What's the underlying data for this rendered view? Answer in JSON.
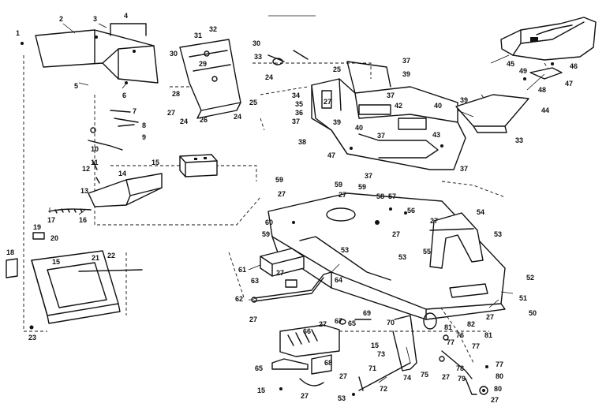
{
  "diagram": {
    "callouts": [
      {
        "id": "c1",
        "text": "1"
      },
      {
        "id": "c2",
        "text": "2"
      },
      {
        "id": "c3",
        "text": "3"
      },
      {
        "id": "c4",
        "text": "4"
      },
      {
        "id": "c5",
        "text": "5"
      },
      {
        "id": "c6",
        "text": "6"
      },
      {
        "id": "c7",
        "text": "7"
      },
      {
        "id": "c8",
        "text": "8"
      },
      {
        "id": "c9",
        "text": "9"
      },
      {
        "id": "c10",
        "text": "10"
      },
      {
        "id": "c11",
        "text": "11"
      },
      {
        "id": "c12",
        "text": "12"
      },
      {
        "id": "c13",
        "text": "13"
      },
      {
        "id": "c14",
        "text": "14"
      },
      {
        "id": "c15a",
        "text": "15"
      },
      {
        "id": "c16",
        "text": "16"
      },
      {
        "id": "c17",
        "text": "17"
      },
      {
        "id": "c18",
        "text": "18"
      },
      {
        "id": "c19",
        "text": "19"
      },
      {
        "id": "c20",
        "text": "20"
      },
      {
        "id": "c15b",
        "text": "15"
      },
      {
        "id": "c21",
        "text": "21"
      },
      {
        "id": "c22",
        "text": "22"
      },
      {
        "id": "c23",
        "text": "23"
      },
      {
        "id": "c31",
        "text": "31"
      },
      {
        "id": "c32",
        "text": "32"
      },
      {
        "id": "c30a",
        "text": "30"
      },
      {
        "id": "c30b",
        "text": "30"
      },
      {
        "id": "c33a",
        "text": "33"
      },
      {
        "id": "c29",
        "text": "29"
      },
      {
        "id": "c28",
        "text": "28"
      },
      {
        "id": "c27a",
        "text": "27"
      },
      {
        "id": "c24a",
        "text": "24"
      },
      {
        "id": "c26",
        "text": "26"
      },
      {
        "id": "c24b",
        "text": "24"
      },
      {
        "id": "c25a",
        "text": "25"
      },
      {
        "id": "c24c",
        "text": "24"
      },
      {
        "id": "c37a",
        "text": "37"
      },
      {
        "id": "c39a",
        "text": "39"
      },
      {
        "id": "c25b",
        "text": "25"
      },
      {
        "id": "c27b",
        "text": "27"
      },
      {
        "id": "c34",
        "text": "34"
      },
      {
        "id": "c35",
        "text": "35"
      },
      {
        "id": "c36",
        "text": "36"
      },
      {
        "id": "c37b",
        "text": "37"
      },
      {
        "id": "c38",
        "text": "38"
      },
      {
        "id": "c39b",
        "text": "39"
      },
      {
        "id": "c40a",
        "text": "40"
      },
      {
        "id": "c37c",
        "text": "37"
      },
      {
        "id": "c42",
        "text": "42"
      },
      {
        "id": "c40b",
        "text": "40"
      },
      {
        "id": "c39c",
        "text": "39"
      },
      {
        "id": "c37d",
        "text": "37"
      },
      {
        "id": "c43",
        "text": "43"
      },
      {
        "id": "c47a",
        "text": "47"
      },
      {
        "id": "c37e",
        "text": "37"
      },
      {
        "id": "c44",
        "text": "44"
      },
      {
        "id": "c33b",
        "text": "33"
      },
      {
        "id": "c45",
        "text": "45"
      },
      {
        "id": "c46",
        "text": "46"
      },
      {
        "id": "c49",
        "text": "49"
      },
      {
        "id": "c47b",
        "text": "47"
      },
      {
        "id": "c48",
        "text": "48"
      },
      {
        "id": "c59a",
        "text": "59"
      },
      {
        "id": "c27c",
        "text": "27"
      },
      {
        "id": "c59b",
        "text": "59"
      },
      {
        "id": "c37f",
        "text": "37"
      },
      {
        "id": "c59c",
        "text": "59"
      },
      {
        "id": "c58",
        "text": "58"
      },
      {
        "id": "c57",
        "text": "57"
      },
      {
        "id": "c27d",
        "text": "27"
      },
      {
        "id": "c56",
        "text": "56"
      },
      {
        "id": "c27e",
        "text": "27"
      },
      {
        "id": "c54",
        "text": "54"
      },
      {
        "id": "c53a",
        "text": "53"
      },
      {
        "id": "c60",
        "text": "60"
      },
      {
        "id": "c59d",
        "text": "59"
      },
      {
        "id": "c27f",
        "text": "27"
      },
      {
        "id": "c53b",
        "text": "53"
      },
      {
        "id": "c55",
        "text": "55"
      },
      {
        "id": "c53c",
        "text": "53"
      },
      {
        "id": "c61",
        "text": "61"
      },
      {
        "id": "c27g",
        "text": "27"
      },
      {
        "id": "c64",
        "text": "64"
      },
      {
        "id": "c63",
        "text": "63"
      },
      {
        "id": "c62",
        "text": "62"
      },
      {
        "id": "c27h",
        "text": "27"
      },
      {
        "id": "c52",
        "text": "52"
      },
      {
        "id": "c51",
        "text": "51"
      },
      {
        "id": "c50",
        "text": "50"
      },
      {
        "id": "c69",
        "text": "69"
      },
      {
        "id": "c70",
        "text": "70"
      },
      {
        "id": "c66",
        "text": "66"
      },
      {
        "id": "c27i",
        "text": "27"
      },
      {
        "id": "c67",
        "text": "67"
      },
      {
        "id": "c65a",
        "text": "65"
      },
      {
        "id": "c15c",
        "text": "15"
      },
      {
        "id": "c73",
        "text": "73"
      },
      {
        "id": "c74",
        "text": "74"
      },
      {
        "id": "c75",
        "text": "75"
      },
      {
        "id": "c68",
        "text": "68"
      },
      {
        "id": "c27j",
        "text": "27"
      },
      {
        "id": "c71",
        "text": "71"
      },
      {
        "id": "c72",
        "text": "72"
      },
      {
        "id": "c65b",
        "text": "65"
      },
      {
        "id": "c15d",
        "text": "15"
      },
      {
        "id": "c27k",
        "text": "27"
      },
      {
        "id": "c53d",
        "text": "53"
      },
      {
        "id": "c82",
        "text": "82"
      },
      {
        "id": "c27l",
        "text": "27"
      },
      {
        "id": "c81a",
        "text": "81"
      },
      {
        "id": "c76",
        "text": "76"
      },
      {
        "id": "c81b",
        "text": "81"
      },
      {
        "id": "c77a",
        "text": "77"
      },
      {
        "id": "c77b",
        "text": "77"
      },
      {
        "id": "c78",
        "text": "78"
      },
      {
        "id": "c27m",
        "text": "27"
      },
      {
        "id": "c79",
        "text": "79"
      },
      {
        "id": "c77c",
        "text": "77"
      },
      {
        "id": "c80a",
        "text": "80"
      },
      {
        "id": "c80b",
        "text": "80"
      },
      {
        "id": "c27n",
        "text": "27"
      }
    ]
  }
}
